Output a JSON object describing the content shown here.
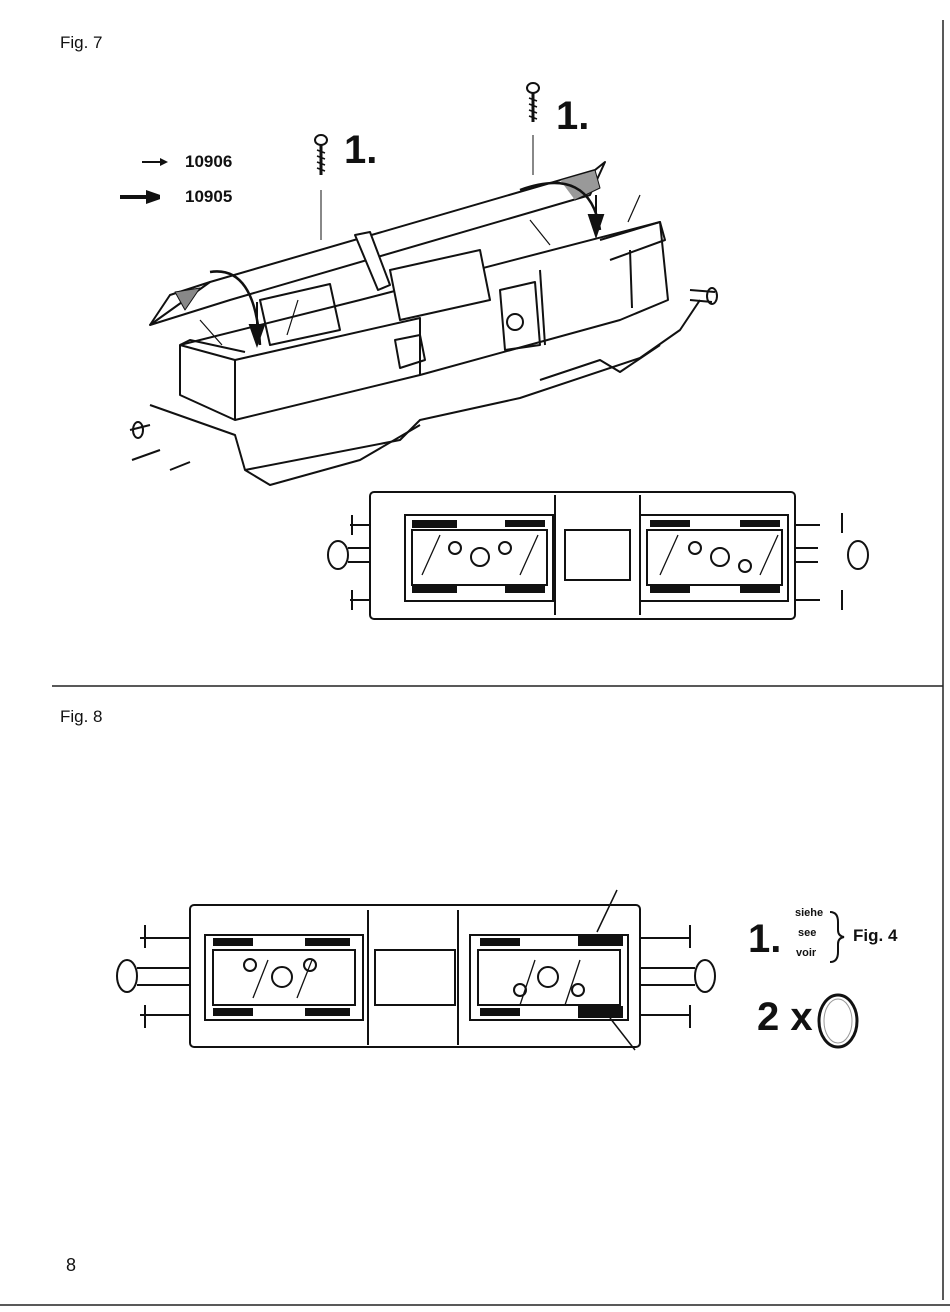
{
  "fig7": {
    "label": "Fig. 7",
    "step_left": "1.",
    "step_right": "1.",
    "legend": [
      {
        "arrow": "thin-arrow-icon",
        "part": "10906"
      },
      {
        "arrow": "thick-arrow-icon",
        "part": "10905"
      }
    ]
  },
  "fig8": {
    "label": "Fig. 8",
    "note_step": "1.",
    "note_words": [
      "siehe",
      "see",
      "voir"
    ],
    "note_ref": "Fig. 4",
    "quantity": "2 x"
  },
  "page": {
    "number": "8"
  },
  "colors": {
    "ink": "#111111",
    "paper": "#ffffff"
  }
}
